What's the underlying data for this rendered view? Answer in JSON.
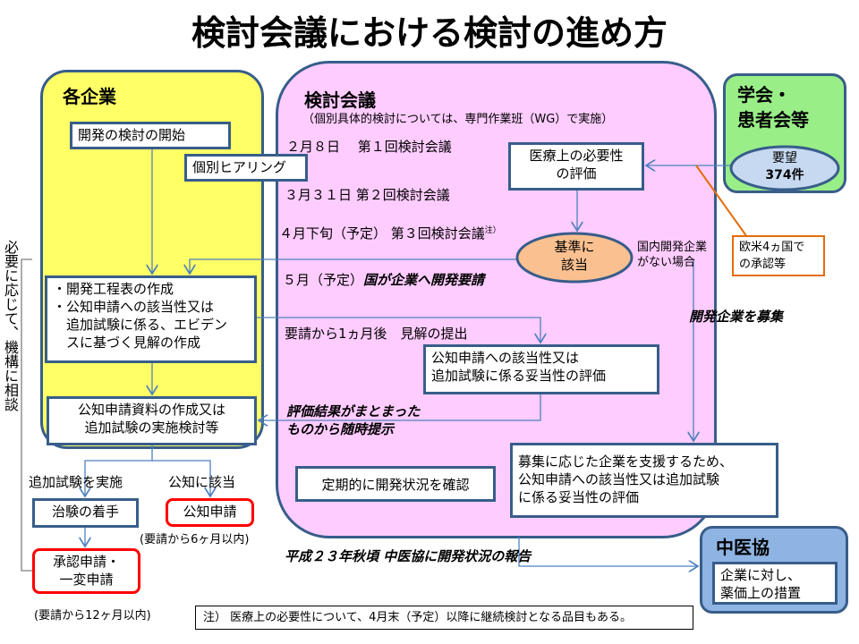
{
  "title": "検討会議における検討の進め方",
  "companies": {
    "heading": "各企業",
    "start": "開発の検討の開始",
    "hearing": "個別ヒアリング",
    "plan_lines": [
      "・開発工程表の作成",
      "・公知申請への該当性又は",
      "　追加試験に係る、エビデン",
      "　スに基づく見解の作成"
    ],
    "docs_lines": [
      "公知申請資料の作成又は",
      "追加試験の実施検討等"
    ],
    "branch_trial": "追加試験を実施",
    "branch_public": "公知に該当",
    "trial_start": "治験の着手",
    "public_application": "公知申請",
    "public_deadline": "(要請から6ヶ月以内)",
    "approval_lines": [
      "承認申請・",
      "一変申請"
    ],
    "approval_deadline": "(要請から12ヶ月以内)",
    "consult_side": "必要に応じて、機構に相談"
  },
  "council": {
    "heading": "検討会議",
    "subtitle": "（個別具体的検討については、専門作業班（WG）で実施）",
    "meeting1": "２月８日　 第１回検討会議",
    "meeting2": "３月３１日  第２回検討会議",
    "meeting3": "４月下旬（予定）  第３回検討会議",
    "meeting3_note": "注）",
    "may_prefix": "５月（予定）",
    "may_request": "国が企業へ開発要請",
    "one_month": "要請から1ヵ月後　見解の提出",
    "necessity_lines": [
      "医療上の必要性",
      "の評価"
    ],
    "criteria_lines": [
      "基準に",
      "該当"
    ],
    "no_domestic_lines": [
      "国内開発企業",
      "がない場合"
    ],
    "recruit": "開発企業を募集",
    "validity_lines": [
      "公知申請への該当性又は",
      "追加試験に係る妥当性の評価"
    ],
    "results_lines": [
      "評価結果がまとまった",
      "ものから随時提示"
    ],
    "periodic": "定期的に開発状況を確認",
    "support_lines": [
      "募集に応じた企業を支援するため、",
      "公知申請への該当性又は追加試験",
      "に係る妥当性の評価"
    ],
    "report": "平成２３年秋頃  中医協に開発状況の報告"
  },
  "society": {
    "heading_lines": [
      "学会・",
      "患者会等"
    ],
    "request_label": "要望",
    "request_count": "374件",
    "approval_note_lines": [
      "欧米4ヵ国で",
      "の承認等"
    ]
  },
  "chuikyo": {
    "heading": "中医協",
    "measure_lines": [
      "企業に対し、",
      "薬価上の措置"
    ]
  },
  "footnote": "注） 医療上の必要性について、4月末（予定）以降に継続検討となる品目もある。",
  "colors": {
    "yellow": "#ffff66",
    "pink": "#ffccff",
    "green": "#99ee88",
    "blue": "#8eb4e3",
    "border": "#385d8a",
    "arrow": "#4f81bd",
    "orange": "#e46c0a"
  }
}
